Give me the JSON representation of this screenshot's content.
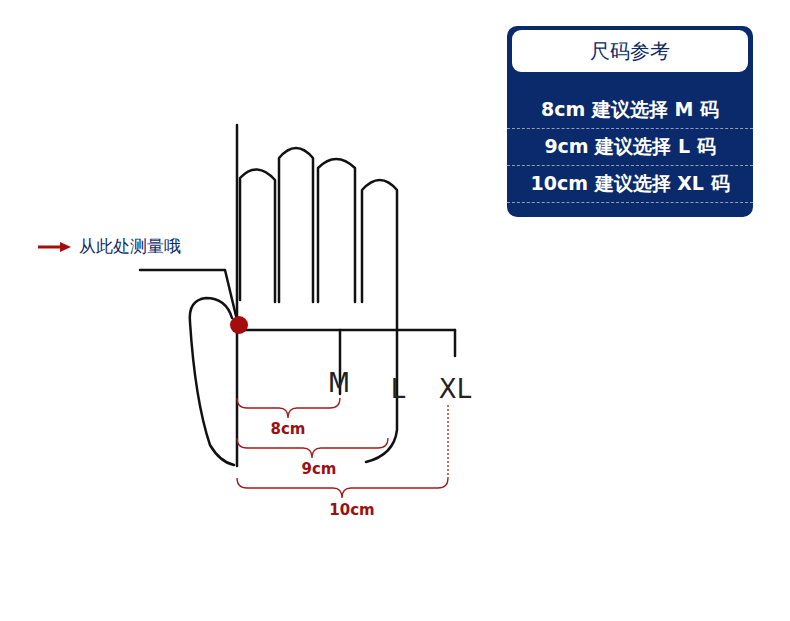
{
  "diagram": {
    "nodes": [
      {
        "text": [
          "尺码参考"
        ]
      },
      {
        "text": [
          "8cm 建议选择 M 码"
        ],
        "in": 0
      },
      {
        "text": [
          "9cm 建议选择 L 码"
        ],
        "in": 0
      },
      {
        "text": [
          "10cm 建议选择 XL 码"
        ],
        "in": 0
      }
    ],
    "labels": [
      "从此处测量哦",
      "M",
      "L",
      "XL",
      "8cm",
      "9cm",
      "10cm"
    ]
  }
}
